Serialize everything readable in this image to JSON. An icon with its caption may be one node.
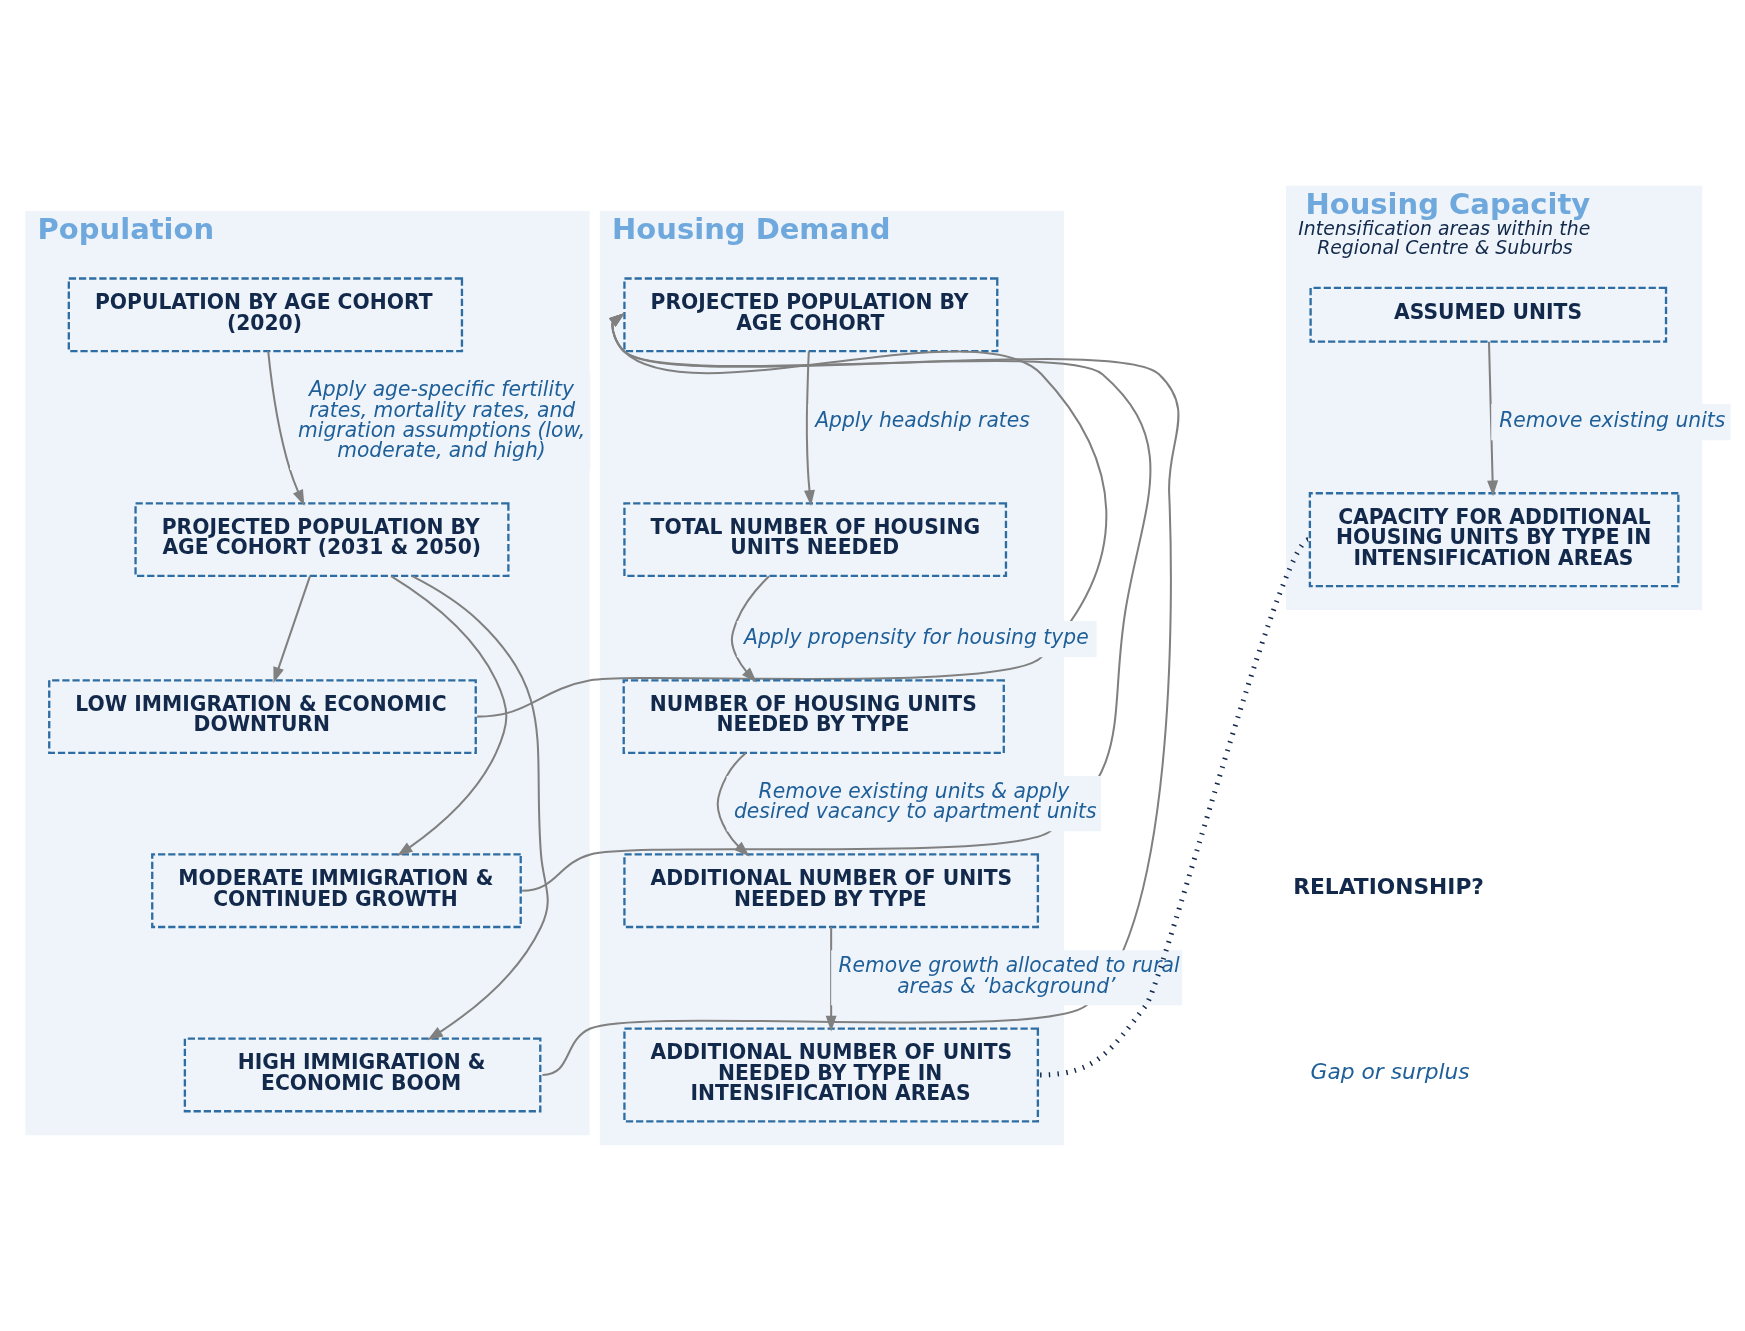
{
  "diagram": {
    "nodes": [
      {
        "text": [
          "Population"
        ]
      },
      {
        "text": [
          "POPULATION BY AGE COHORT (2020)"
        ],
        "in": 0
      },
      {
        "text": [
          "PROJECTED POPULATION BY AGE COHORT (2031 & 2050)"
        ],
        "in": 0
      },
      {
        "text": [
          "LOW IMMIGRATION & ECONOMIC DOWNTURN"
        ],
        "in": 0
      },
      {
        "text": [
          "MODERATE IMMIGRATION & CONTINUED GROWTH"
        ],
        "in": 0
      },
      {
        "text": [
          "HIGH IMMIGRATION & ECONOMIC BOOM"
        ],
        "in": 0
      },
      {
        "text": [
          "Housing Demand"
        ]
      },
      {
        "text": [
          "PROJECTED POPULATION BY AGE COHORT"
        ],
        "in": 6
      },
      {
        "text": [
          "TOTAL NUMBER OF HOUSING UNITS NEEDED"
        ],
        "in": 6
      },
      {
        "text": [
          "NUMBER OF HOUSING UNITS NEEDED BY TYPE"
        ],
        "in": 6
      },
      {
        "text": [
          "ADDITIONAL NUMBER OF UNITS NEEDED BY TYPE"
        ],
        "in": 6
      },
      {
        "text": [
          "ADDITIONAL NUMBER OF UNITS NEEDED BY TYPE IN INTENSIFICATION AREAS"
        ],
        "in": 6
      },
      {
        "text": [
          "Housing Capacity",
          "Intensification areas within the Regional Centre & Suburbs"
        ]
      },
      {
        "text": [
          "ASSUMED UNITS"
        ],
        "in": 12
      },
      {
        "text": [
          "CAPACITY FOR ADDITIONAL HOUSING UNITS BY TYPE IN INTENSIFICATION AREAS"
        ],
        "in": 12
      }
    ],
    "edges": [
      {
        "from": 1,
        "to": 2,
        "arrow": "to",
        "label": "Apply age-specific fertility rates, mortality rates, and migration assumptions (low, moderate, and high)"
      },
      {
        "from": 2,
        "to": 3,
        "arrow": "to"
      },
      {
        "from": 2,
        "to": 4,
        "arrow": "to"
      },
      {
        "from": 2,
        "to": 5,
        "arrow": "to"
      },
      {
        "from": 3,
        "to": 7,
        "arrow": "to"
      },
      {
        "from": 4,
        "to": 7,
        "arrow": "to"
      },
      {
        "from": 5,
        "to": 7,
        "arrow": "to"
      },
      {
        "from": 7,
        "to": 8,
        "arrow": "to",
        "label": "Apply headship rates"
      },
      {
        "from": 8,
        "to": 9,
        "arrow": "to",
        "label": "Apply propensity for housing type"
      },
      {
        "from": 9,
        "to": 10,
        "arrow": "to",
        "label": "Remove existing units & apply desired vacancy to apartment units"
      },
      {
        "from": 10,
        "to": 11,
        "arrow": "to",
        "label": "Remove growth allocated to rural areas & ‘background’"
      },
      {
        "from": 13,
        "to": 14,
        "arrow": "to",
        "label": "Remove existing units"
      },
      {
        "from": 11,
        "to": 14,
        "arrow": "none",
        "style": "dashed",
        "color": "#13294b"
      }
    ],
    "labels": [
      "RELATIONSHIP?",
      "Gap or surplus"
    ]
  }
}
